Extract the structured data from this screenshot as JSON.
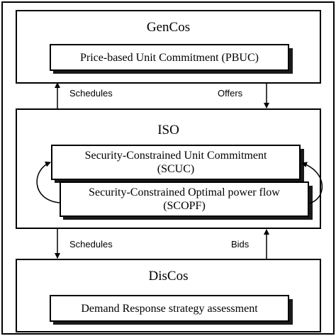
{
  "gencos": {
    "title": "GenCos",
    "box": "Price-based Unit Commitment (PBUC)"
  },
  "iso": {
    "title": "ISO",
    "scuc_line1": "Security-Constrained Unit Commitment",
    "scuc_line2": "(SCUC)",
    "scopf_line1": "Security-Constrained Optimal power flow",
    "scopf_line2": "(SCOPF)"
  },
  "discos": {
    "title": "DisCos",
    "box": "Demand Response strategy assessment"
  },
  "flows": {
    "top_left": "Schedules",
    "top_right": "Offers",
    "bottom_left": "Schedules",
    "bottom_right": "Bids"
  }
}
